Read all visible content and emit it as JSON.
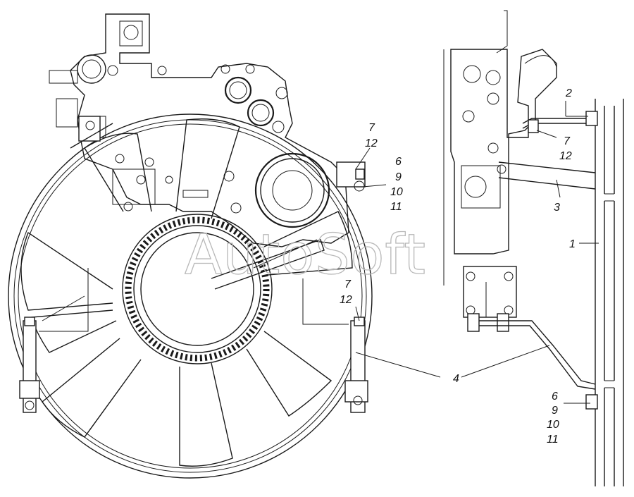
{
  "watermark": "AutoSoft",
  "callouts": {
    "c1": "1",
    "c2": "2",
    "c3": "3",
    "c4": "4",
    "top_bracket": [
      "7",
      "12"
    ],
    "right_bolt": [
      "6",
      "9",
      "10",
      "11"
    ],
    "mid_bracket": [
      "7",
      "12"
    ],
    "side_bracket": [
      "7",
      "12"
    ],
    "bottom_bolt": [
      "6",
      "9",
      "10",
      "11"
    ]
  }
}
